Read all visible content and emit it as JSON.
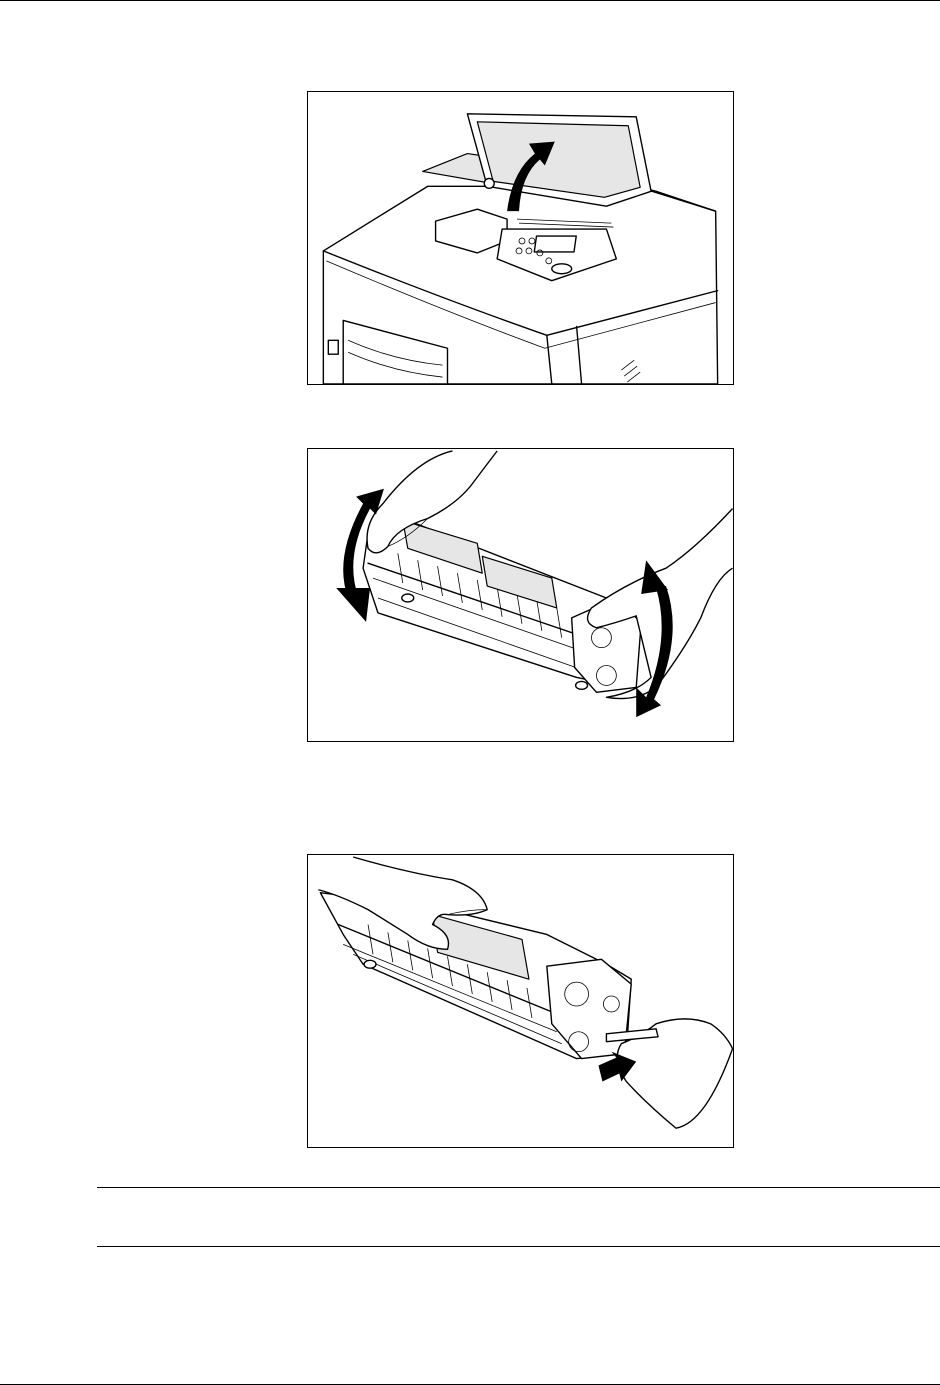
{
  "page": {
    "figures": [
      {
        "id": "open-top-cover",
        "icon": "printer-top-cover-open-illustration"
      },
      {
        "id": "shake-toner-cartridge",
        "icon": "toner-cartridge-shake-illustration"
      },
      {
        "id": "pull-toner-seal",
        "icon": "toner-seal-removal-illustration"
      }
    ],
    "note_box": {
      "text": ""
    }
  }
}
